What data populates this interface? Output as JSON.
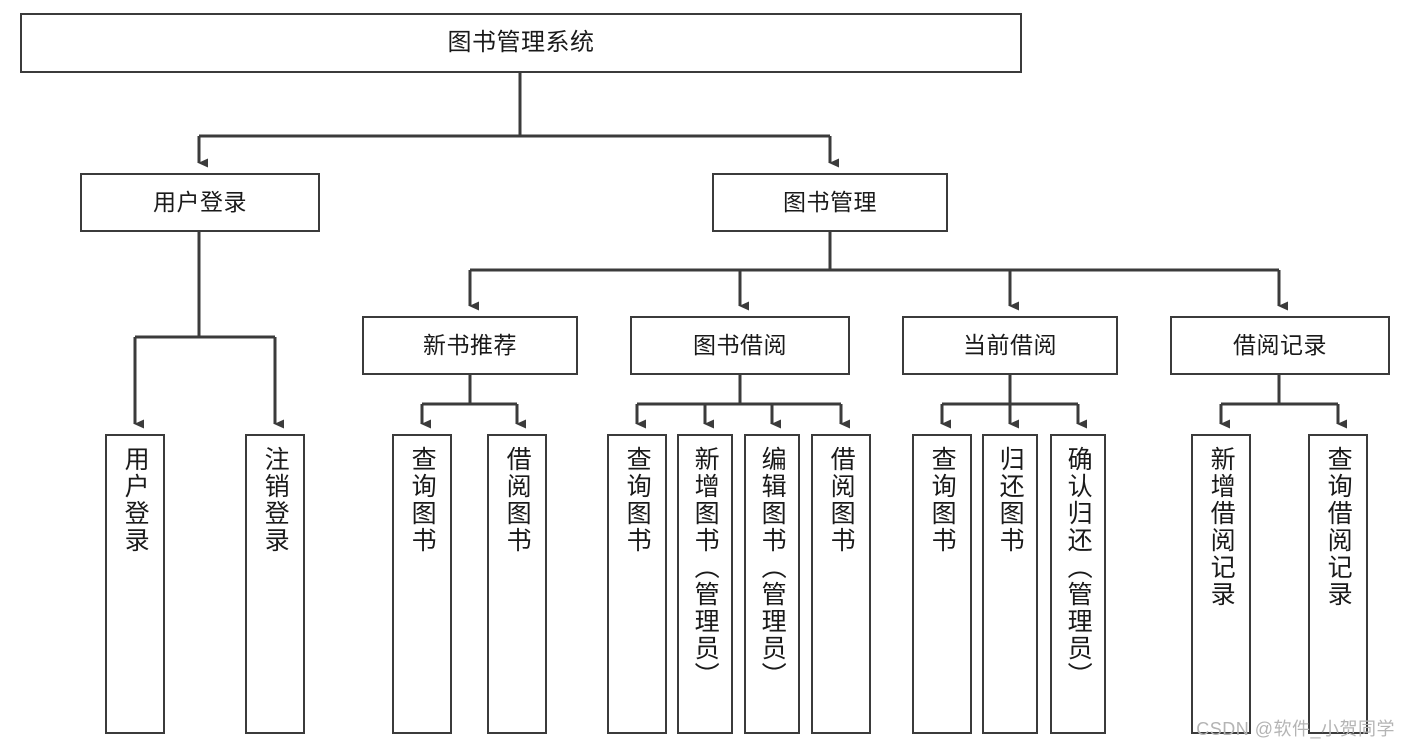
{
  "diagram": {
    "title": "图书管理系统",
    "watermark": "CSDN @软件_小贺同学",
    "colors": {
      "box_border": "#3b3b3b",
      "box_fill": "#ffffff",
      "connector": "#3b3b3b",
      "text": "#1a1a1a",
      "watermark": "#b4b4b4",
      "background": "#ffffff"
    },
    "nodes": {
      "root": {
        "label": "图书管理系统"
      },
      "level1": [
        {
          "label": "用户登录"
        },
        {
          "label": "图书管理"
        }
      ],
      "level2": [
        {
          "label": "新书推荐"
        },
        {
          "label": "图书借阅"
        },
        {
          "label": "当前借阅"
        },
        {
          "label": "借阅记录"
        }
      ],
      "leaves": {
        "user_login": [
          {
            "label": "用户登录"
          },
          {
            "label": "注销登录"
          }
        ],
        "new_book": [
          {
            "label": "查询图书"
          },
          {
            "label": "借阅图书"
          }
        ],
        "borrow_book": [
          {
            "label": "查询图书"
          },
          {
            "label": "新增图书（管理员）"
          },
          {
            "label": "编辑图书（管理员）"
          },
          {
            "label": "借阅图书"
          }
        ],
        "current_borrow": [
          {
            "label": "查询图书"
          },
          {
            "label": "归还图书"
          },
          {
            "label": "确认归还（管理员）"
          }
        ],
        "borrow_record": [
          {
            "label": "新增借阅记录"
          },
          {
            "label": "查询借阅记录"
          }
        ]
      }
    }
  }
}
